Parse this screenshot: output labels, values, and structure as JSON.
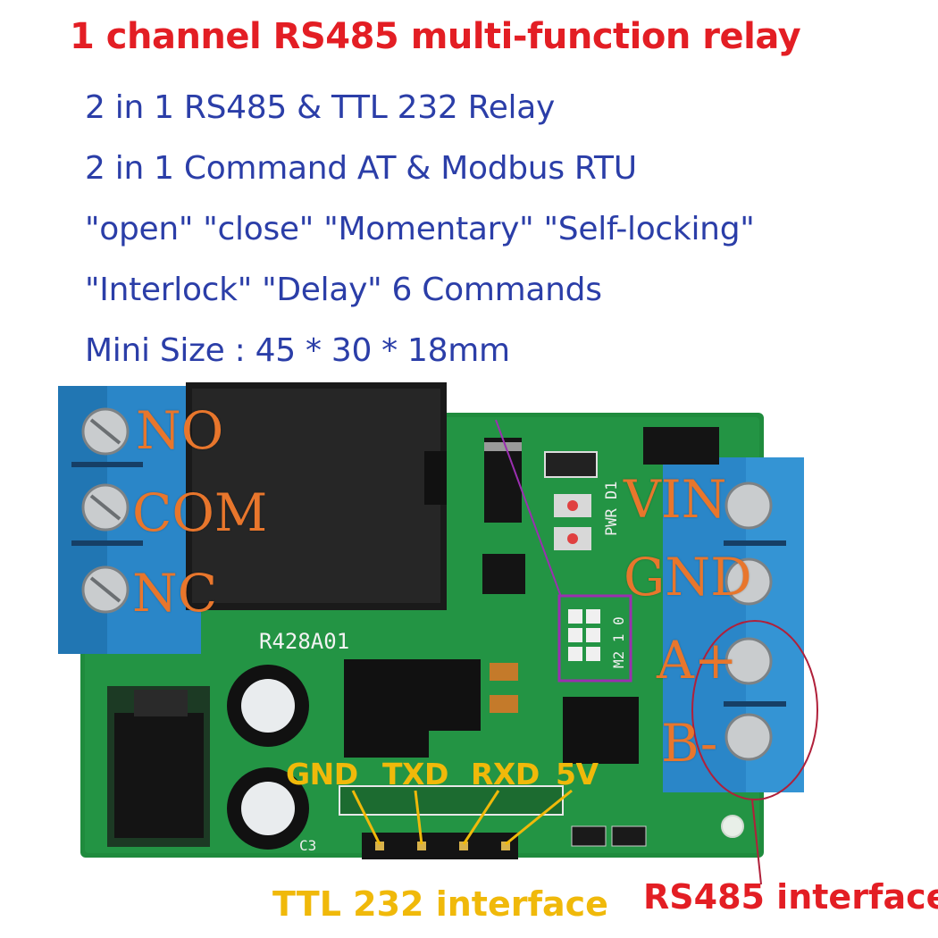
{
  "title": "1 channel RS485 multi-function relay",
  "features": [
    "2 in 1 RS485 & TTL 232 Relay",
    "2 in 1 Command AT & Modbus RTU",
    "\"open\" \"close\"  \"Momentary\" \"Self-locking\"",
    "\"Interlock\" \"Delay\" 6 Commands",
    "Mini Size : 45 * 30 * 18mm"
  ],
  "relay_terminals": [
    "NO",
    "COM",
    "NC"
  ],
  "power_terminals": [
    "VIN",
    "GND",
    "A+",
    "B-"
  ],
  "ttl_pins": [
    "GND",
    "TXD",
    "RXD",
    "5V"
  ],
  "silkscreen": {
    "board_id": "R428A01",
    "leds": "PWR D1",
    "jumper": "M2 1 0",
    "capacitor": "C3"
  },
  "labels": {
    "ttl_interface": "TTL 232 interface",
    "rs485_interface": "RS485 interface"
  },
  "colors": {
    "title": "#e31e24",
    "features": "#2b3ea8",
    "terminal_labels": "#e8762c",
    "ttl_labels": "#f0b90a",
    "pcb": "#1e8a3c",
    "terminal_block": "#2a86c8"
  }
}
